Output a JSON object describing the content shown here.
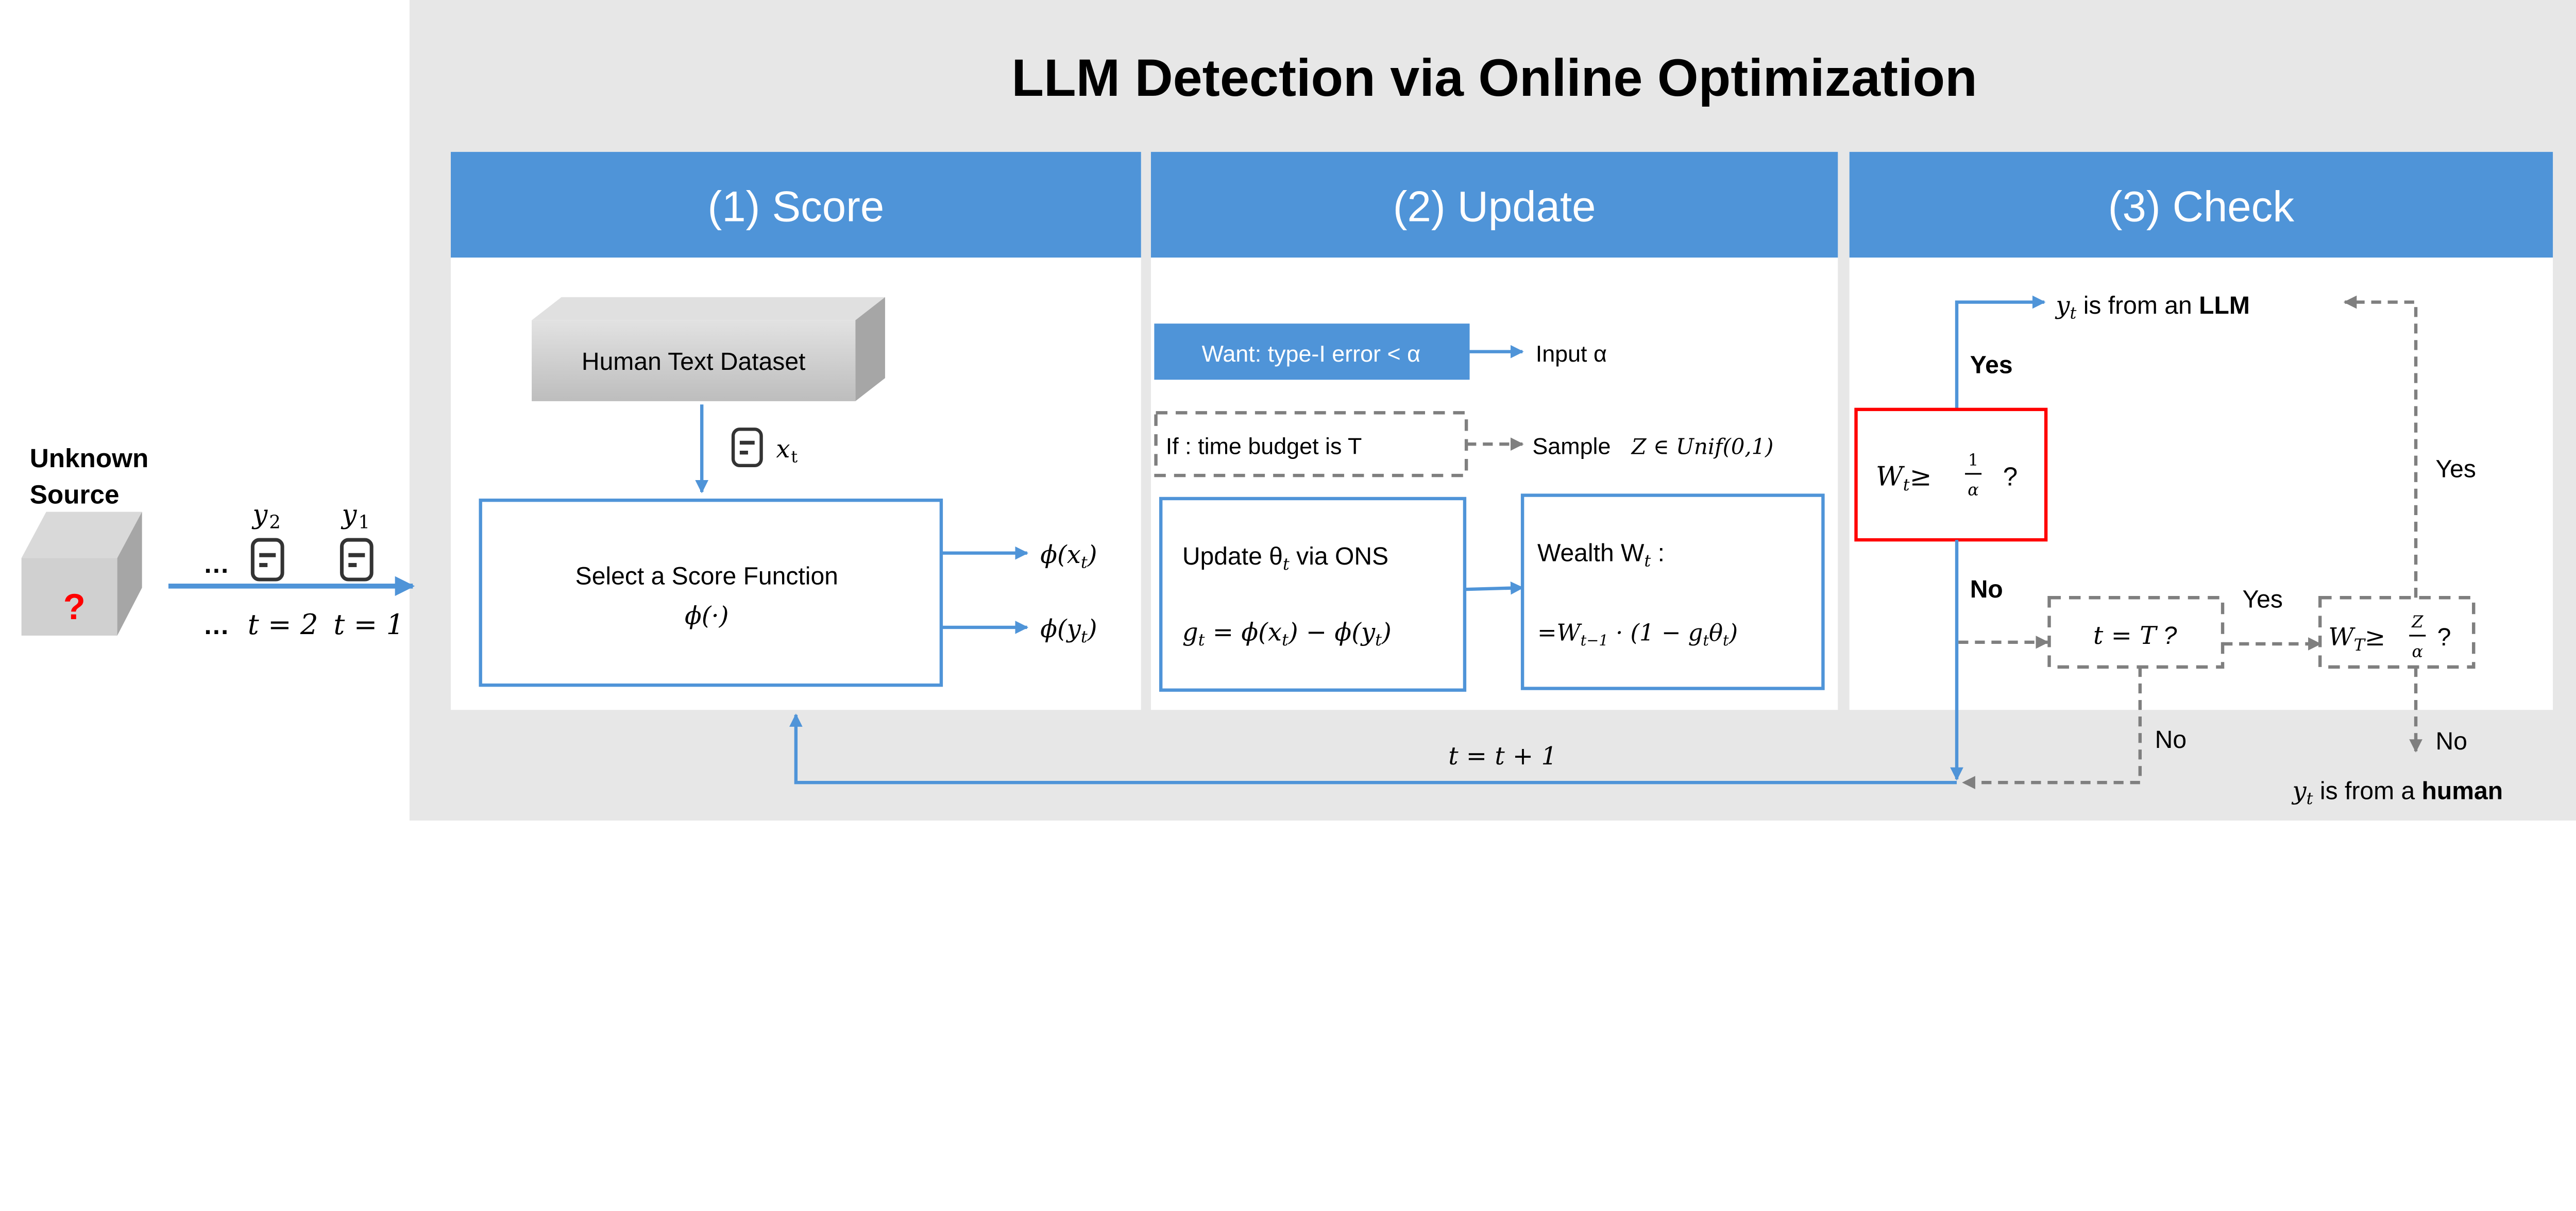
{
  "title": "LLM Detection via Online Optimization",
  "colors": {
    "accent_blue": "#4f94d8",
    "panel_gray": "#e7e7e7",
    "dashed_gray": "#7f7f7f",
    "alert_red": "#ff0000"
  },
  "source": {
    "label_line1": "Unknown",
    "label_line2": "Source",
    "question_mark": "?",
    "ellipsis": "…",
    "samples": [
      {
        "label": "y",
        "sub": "2",
        "time": "t = 2"
      },
      {
        "label": "y",
        "sub": "1",
        "time": "t = 1"
      }
    ]
  },
  "score": {
    "header": "(1) Score",
    "dataset": "Human Text Dataset",
    "sample_label": "x",
    "sample_sub": "t",
    "box_line1": "Select a Score Function",
    "box_line2": "ϕ(·)",
    "out_x": "ϕ(x",
    "out_y": "ϕ(y",
    "sub_t": "t",
    "close": ")"
  },
  "update": {
    "header": "(2) Update",
    "want": "Want: type-I error < α",
    "input": "Input α",
    "if_text": "If :  time budget is T",
    "sample_prefix": "Sample",
    "sample_math": "Z ∈ Unif(0,1)",
    "ons_line1": "Update θ",
    "ons_line1_suffix": " via ONS",
    "ons_line2": "g",
    "ons_line2_rest": " = ϕ(x",
    "ons_line2_mid": ") − ϕ(y",
    "wealth_line1": "Wealth W",
    "wealth_line1_suffix": " :",
    "wealth_line2": "=W",
    "wealth_line2_sub": "t−1",
    "wealth_line2_rest": " · (1 − g",
    "wealth_line2_theta": "θ"
  },
  "check": {
    "header": "(3) Check",
    "llm_prefix": "y",
    "llm_text": " is from an ",
    "llm_bold": "LLM",
    "human_text": " is from a ",
    "human_bold": "human",
    "yes": "Yes",
    "no": "No",
    "cond1_lhs": "W",
    "cond1_rel": "≥",
    "cond1_num": "1",
    "cond1_den": "α",
    "q": "?",
    "cond2": "t = T",
    "cond3_lhs": "W",
    "cond3_sub": "T",
    "cond3_num": "Z",
    "cond3_den": "α"
  },
  "loop_label": "t = t + 1"
}
